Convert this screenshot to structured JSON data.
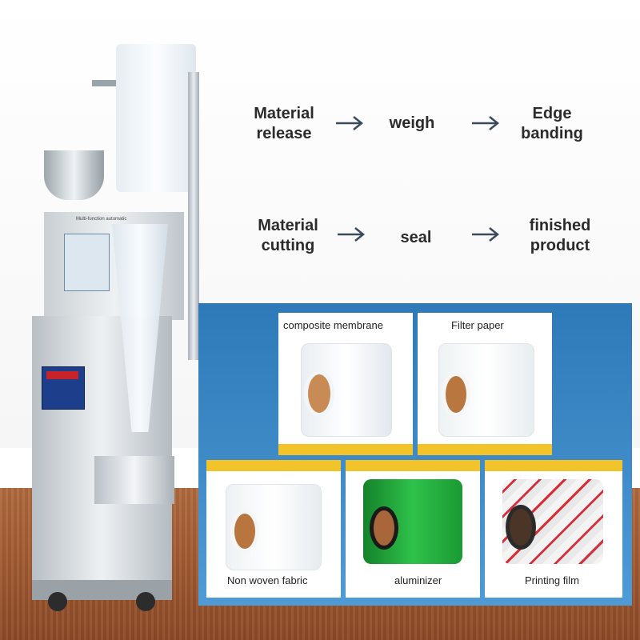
{
  "process": {
    "row1": [
      {
        "text": "Material\nrelease"
      },
      {
        "text": "weigh"
      },
      {
        "text": "Edge\nbanding"
      }
    ],
    "row2": [
      {
        "text": "Material\ncutting"
      },
      {
        "text": "seal"
      },
      {
        "text": "finished\nproduct"
      }
    ]
  },
  "materials": [
    {
      "label": "composite membrane"
    },
    {
      "label": "Filter paper"
    },
    {
      "label": "Non woven fabric"
    },
    {
      "label": "aluminizer"
    },
    {
      "label": "Printing film"
    }
  ],
  "machine": {
    "panel_label": "Multi-function automatic"
  },
  "colors": {
    "panel_blue": "#2e79b8",
    "stripe_yellow": "#f3c32a",
    "text": "#2b2b2b",
    "arrow": "#3a4a5a",
    "green_roll": "#1fa436"
  }
}
